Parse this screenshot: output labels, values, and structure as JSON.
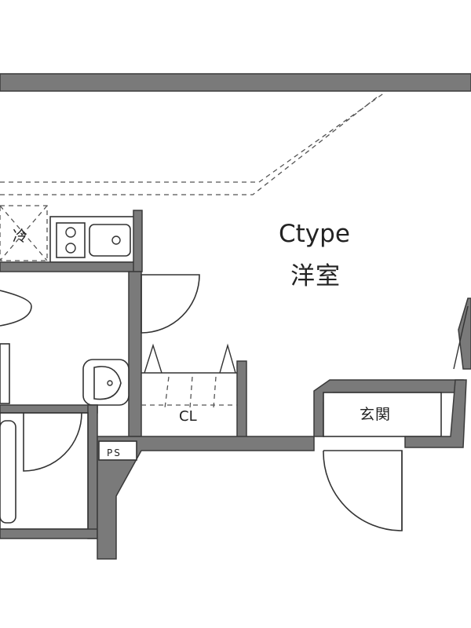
{
  "labels": {
    "room_type": "Ctype",
    "room_name": "洋室",
    "fridge": "冷",
    "closet": "CL",
    "entrance": "玄関",
    "pipe_space": "PS"
  },
  "colors": {
    "wall": "#7a7a7a",
    "line": "#333333",
    "background": "#ffffff"
  }
}
